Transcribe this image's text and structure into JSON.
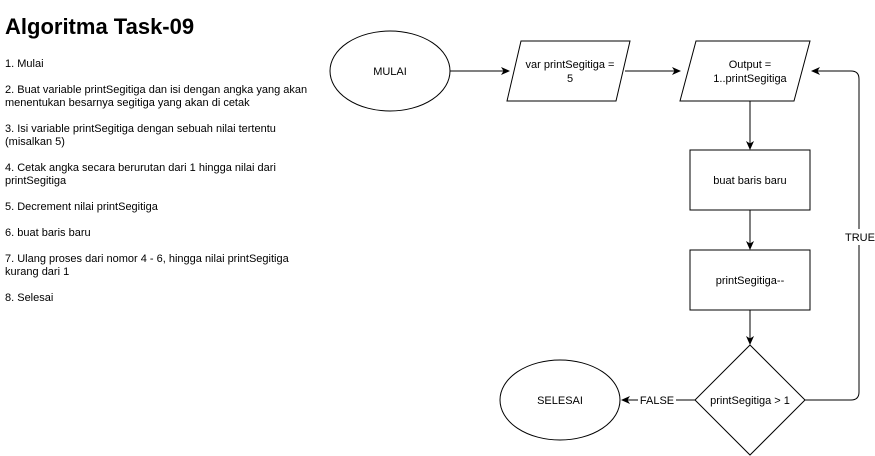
{
  "page": {
    "title": "Algoritma Task-09",
    "steps": [
      "1. Mulai",
      "2. Buat variable printSegitiga dan isi dengan angka yang akan menentukan besarnya segitiga yang akan di cetak",
      "3. Isi variable printSegitiga dengan sebuah nilai tertentu (misalkan 5)",
      "4. Cetak angka secara berurutan dari 1 hingga nilai  dari printSegitiga",
      "5. Decrement nilai printSegitiga",
      "6. buat baris baru",
      "7. Ulang proses dari nomor 4 - 6, hingga nilai printSegitiga kurang dari 1",
      "8. Selesai"
    ]
  },
  "flowchart": {
    "start": "MULAI",
    "var_line1": "var printSegitiga =",
    "var_line2": "5",
    "output_line1": "Output =",
    "output_line2": "1..printSegitiga",
    "newline": "buat baris baru",
    "decrement": "printSegitiga--",
    "condition": "printSegitiga > 1",
    "end": "SELESAI",
    "true_label": "TRUE",
    "false_label": "FALSE"
  }
}
